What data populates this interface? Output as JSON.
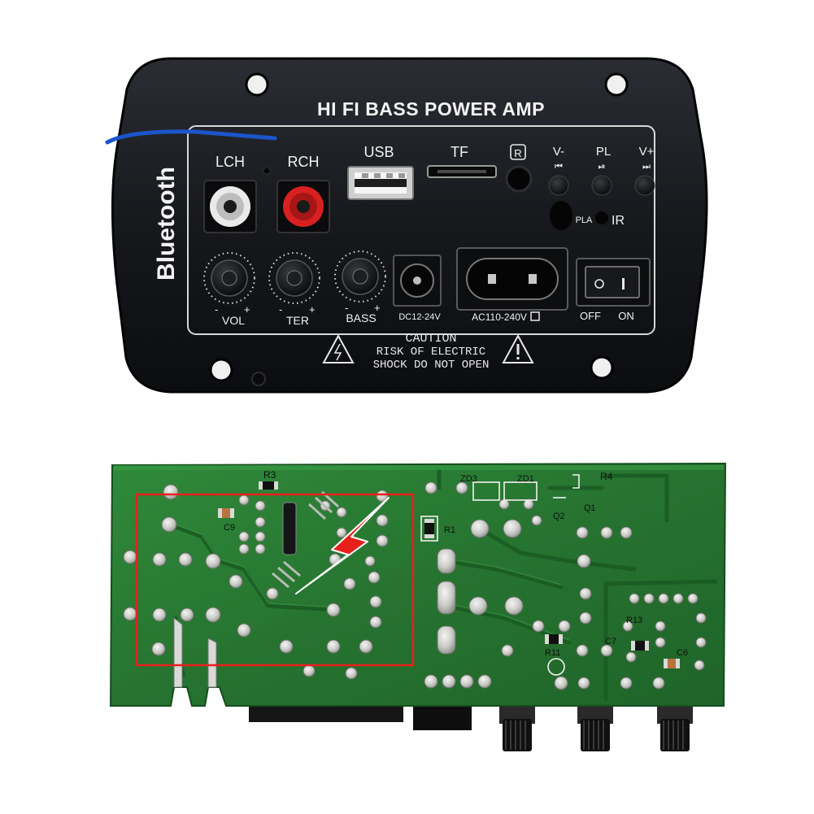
{
  "amp_panel": {
    "title": "HI FI BASS POWER AMP",
    "side_label": "Bluetooth",
    "lch": "LCH",
    "rch": "RCH",
    "usb": "USB",
    "tf": "TF",
    "r_mark": "R",
    "v_minus": "V-",
    "pl": "PL",
    "v_plus": "V+",
    "pla": "PLA",
    "ir": "IR",
    "vol": "VOL",
    "ter": "TER",
    "bass": "BASS",
    "dc_label": "DC12-24V",
    "ac_label": "AC110-240V",
    "off": "OFF",
    "on": "ON",
    "caution_1": "CAUTION",
    "caution_2": "RISK OF ELECTRIC",
    "caution_3": "SHOCK DO NOT OPEN",
    "minus": "-",
    "plus": "+"
  },
  "pcb": {
    "labels": {
      "r3": "R3",
      "c9": "C9",
      "zd3": "ZD3",
      "zd1": "ZD1",
      "r4": "R4",
      "q1": "Q1",
      "q2": "Q2",
      "r1": "R1",
      "r13": "R13",
      "r11": "R11",
      "c7": "C7",
      "c6": "C6"
    },
    "highlight_color": "#e8201c",
    "board_color": "#2b7a34"
  }
}
